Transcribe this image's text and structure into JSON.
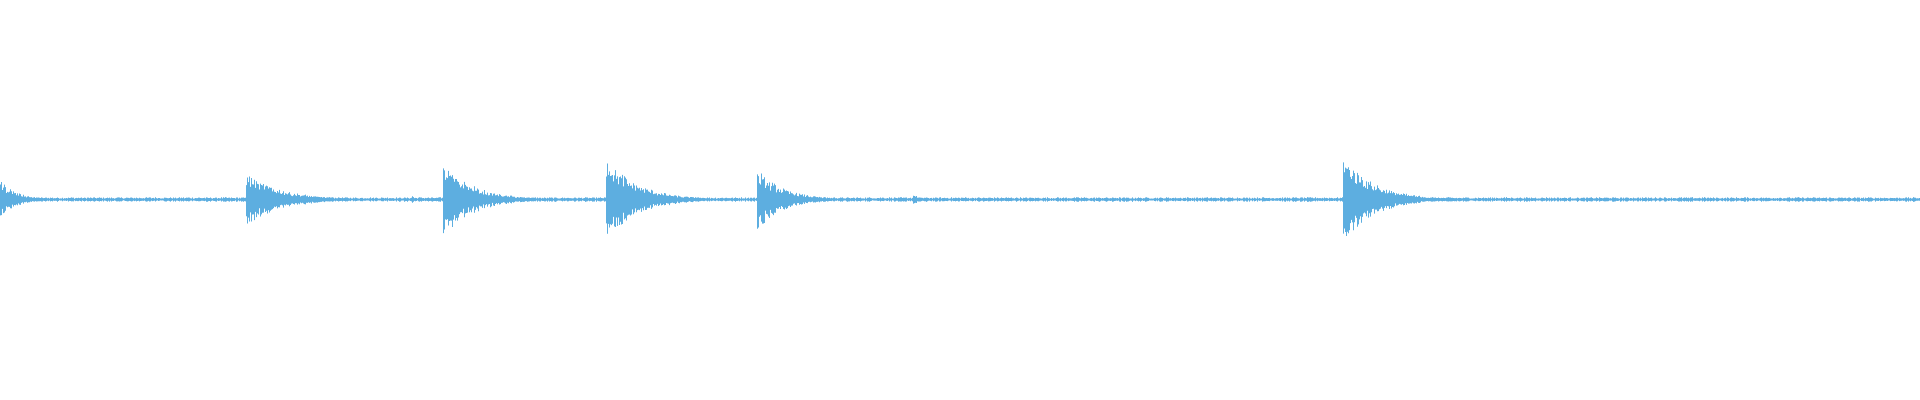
{
  "waveform": {
    "color": "#5DAEE0",
    "baseline_amplitude": 0.012,
    "transients": [
      {
        "time_fraction": 0.0,
        "peak_amplitude": 0.1,
        "decay_fraction": 0.02
      },
      {
        "time_fraction": 0.128,
        "peak_amplitude": 0.14,
        "decay_fraction": 0.04
      },
      {
        "time_fraction": 0.2145,
        "peak_amplitude": 0.02,
        "decay_fraction": 0.004
      },
      {
        "time_fraction": 0.2305,
        "peak_amplitude": 0.19,
        "decay_fraction": 0.035
      },
      {
        "time_fraction": 0.3155,
        "peak_amplitude": 0.23,
        "decay_fraction": 0.035
      },
      {
        "time_fraction": 0.3945,
        "peak_amplitude": 0.16,
        "decay_fraction": 0.03
      },
      {
        "time_fraction": 0.4755,
        "peak_amplitude": 0.03,
        "decay_fraction": 0.008
      },
      {
        "time_fraction": 0.6995,
        "peak_amplitude": 0.24,
        "decay_fraction": 0.035
      }
    ]
  }
}
